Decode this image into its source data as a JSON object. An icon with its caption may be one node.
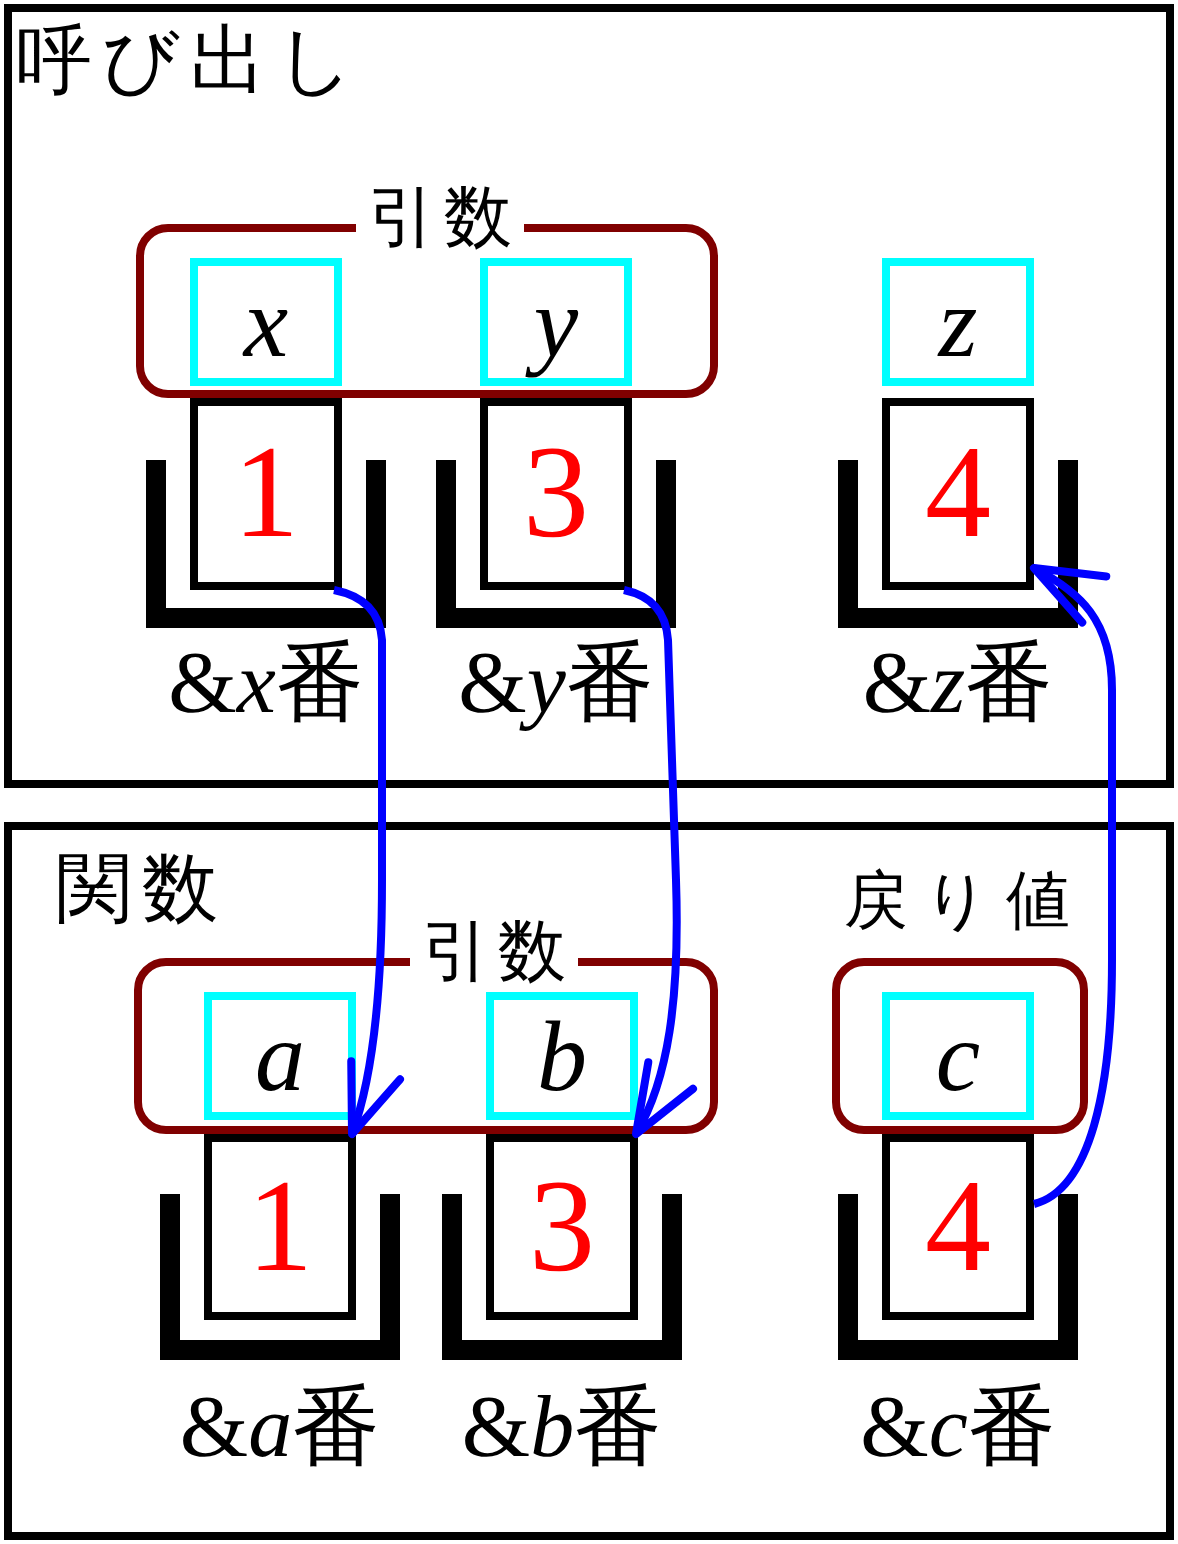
{
  "diagram": {
    "nodes": [
      {
        "text": [
          "呼び出し"
        ]
      },
      {
        "text": [
          "引数"
        ],
        "in": 0
      },
      {
        "text": [
          "x"
        ],
        "in": 1
      },
      {
        "text": [
          "y"
        ],
        "in": 1
      },
      {
        "text": [
          "z"
        ],
        "in": 0
      },
      {
        "text": [
          "1"
        ],
        "in": 0,
        "beside": [
          "&x番"
        ]
      },
      {
        "text": [
          "3"
        ],
        "in": 0,
        "beside": [
          "&y番"
        ]
      },
      {
        "text": [
          "4"
        ],
        "in": 0,
        "beside": [
          "&z番"
        ]
      },
      {
        "text": [
          "関数"
        ]
      },
      {
        "text": [
          "引数"
        ],
        "in": 8
      },
      {
        "text": [
          "a"
        ],
        "in": 9
      },
      {
        "text": [
          "b"
        ],
        "in": 9
      },
      {
        "text": [
          "戻り値"
        ],
        "in": 8
      },
      {
        "text": [
          "c"
        ],
        "in": 12
      },
      {
        "text": [
          "1"
        ],
        "in": 8,
        "beside": [
          "&a番"
        ]
      },
      {
        "text": [
          "3"
        ],
        "in": 8,
        "beside": [
          "&b番"
        ]
      },
      {
        "text": [
          "4"
        ],
        "in": 8,
        "beside": [
          "&c番"
        ]
      }
    ],
    "edges": [
      {
        "from": 5,
        "to": 14,
        "arrow": "to"
      },
      {
        "from": 6,
        "to": 15,
        "arrow": "to"
      },
      {
        "from": 16,
        "to": 7,
        "arrow": "to"
      }
    ]
  }
}
